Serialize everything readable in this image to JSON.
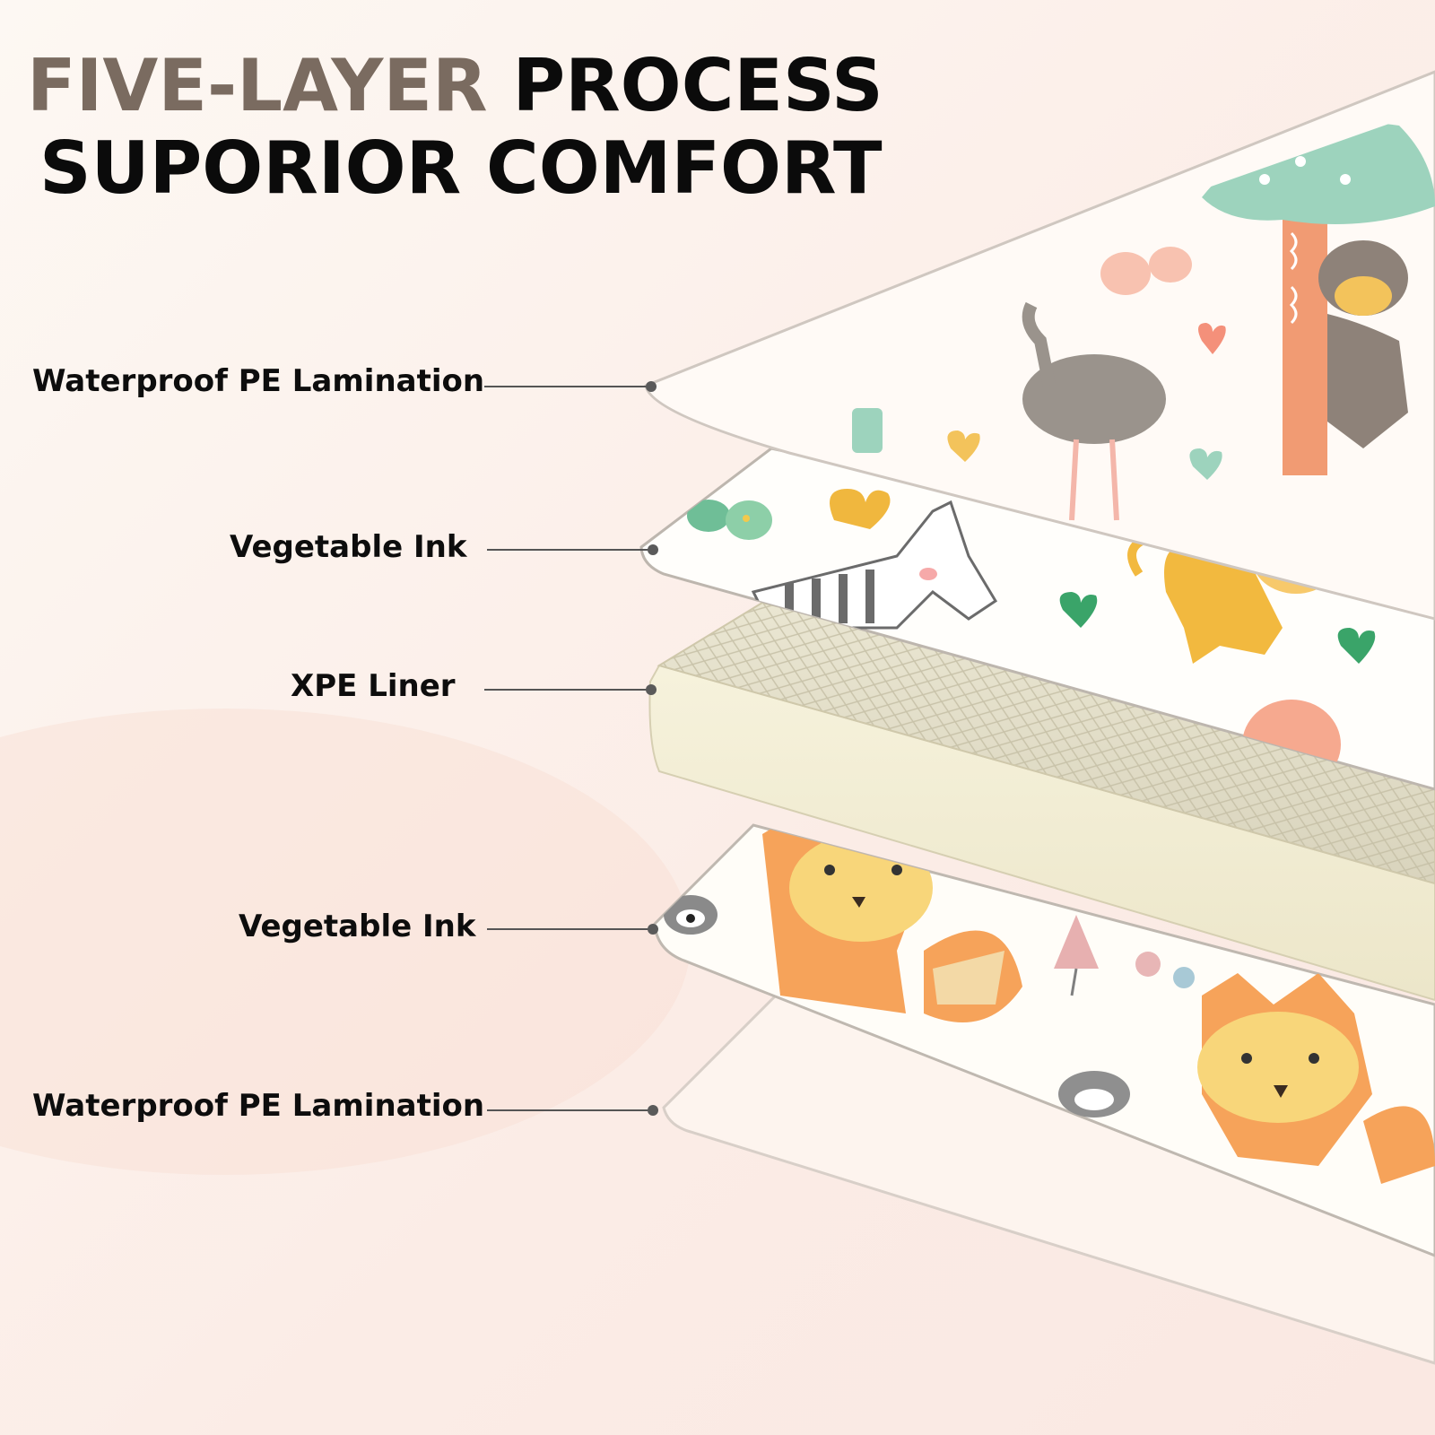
{
  "headline": {
    "accent": "FIVE-LAYER",
    "rest": " PROCESS",
    "line2": "SUPORIOR COMFORT"
  },
  "layers": [
    {
      "label": "Waterproof PE Lamination"
    },
    {
      "label": "Vegetable Ink"
    },
    {
      "label": "XPE Liner"
    },
    {
      "label": "Vegetable Ink"
    },
    {
      "label": "Waterproof PE Lamination"
    }
  ],
  "colors": {
    "accent": "#7a6b60",
    "text": "#0b0b0b",
    "background": "#fbeee8",
    "foam": "#ece9d6",
    "mint": "#9dd3bd",
    "orange": "#f08a4b",
    "yellow": "#f4c244"
  }
}
